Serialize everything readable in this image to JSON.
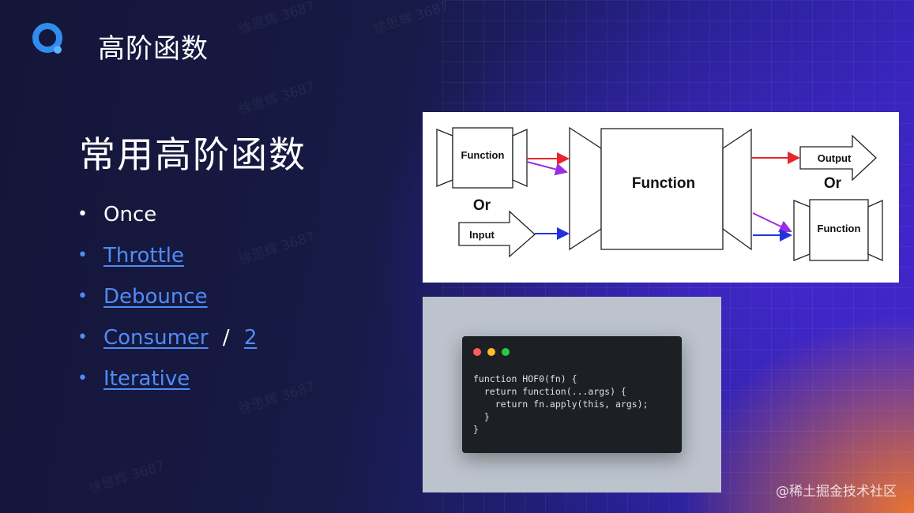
{
  "slide": {
    "title": "高阶函数",
    "section_title": "常用高阶函数",
    "bullets": [
      {
        "label": "Once"
      },
      {
        "label": "Throttle"
      },
      {
        "label": "Debounce"
      },
      {
        "label": "Consumer",
        "extra": "2"
      },
      {
        "label": "Iterative"
      }
    ],
    "separator": "/",
    "watermark_text": "徐思辉 3687",
    "footer_watermark": "@稀土掘金技术社区"
  },
  "diagram": {
    "left_function": "Function",
    "or_left": "Or",
    "input": "Input",
    "center_function": "Function",
    "output": "Output",
    "or_right": "Or",
    "right_function": "Function"
  },
  "code_card": {
    "lines": [
      "function HOF0(fn) {",
      "  return function(...args) {",
      "    return fn.apply(this, args);",
      "  }",
      "}"
    ]
  },
  "colors": {
    "link": "#4f8cf5",
    "logo": "#2f8df0",
    "arrow_red": "#e8262c",
    "arrow_purple": "#9b2ee0",
    "arrow_blue": "#2233dd",
    "traffic_red": "#ff5f57",
    "traffic_yellow": "#febc2e",
    "traffic_green": "#28c840"
  }
}
